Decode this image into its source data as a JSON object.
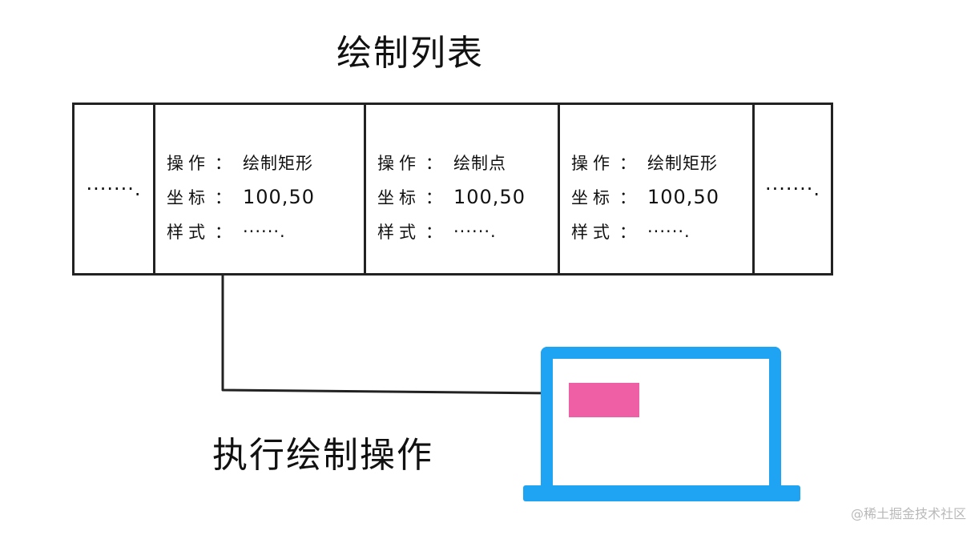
{
  "title": "绘制列表",
  "list": {
    "leading_ellipsis": "·······.",
    "trailing_ellipsis": "·······.",
    "records": [
      {
        "op_key": "操作",
        "op_sep": "：",
        "op_value": "绘制矩形",
        "coord_key": "坐标",
        "coord_sep": "：",
        "coord_value": "100,50",
        "style_key": "样式",
        "style_sep": "：",
        "style_value": "······."
      },
      {
        "op_key": "操作",
        "op_sep": "：",
        "op_value": "绘制点",
        "coord_key": "坐标",
        "coord_sep": "：",
        "coord_value": "100,50",
        "style_key": "样式",
        "style_sep": "：",
        "style_value": "······."
      },
      {
        "op_key": "操作",
        "op_sep": "：",
        "op_value": "绘制矩形",
        "coord_key": "坐标",
        "coord_sep": "：",
        "coord_value": "100,50",
        "style_key": "样式",
        "style_sep": "：",
        "style_value": "······."
      }
    ]
  },
  "action_label": "执行绘制操作",
  "watermark": "@稀土掘金技术社区",
  "colors": {
    "laptop": "#1ea4f3",
    "drawn_rect": "#ee5fa5",
    "lines": "#222222"
  },
  "icons": {
    "device": "laptop-icon",
    "connector": "arrow-icon"
  }
}
